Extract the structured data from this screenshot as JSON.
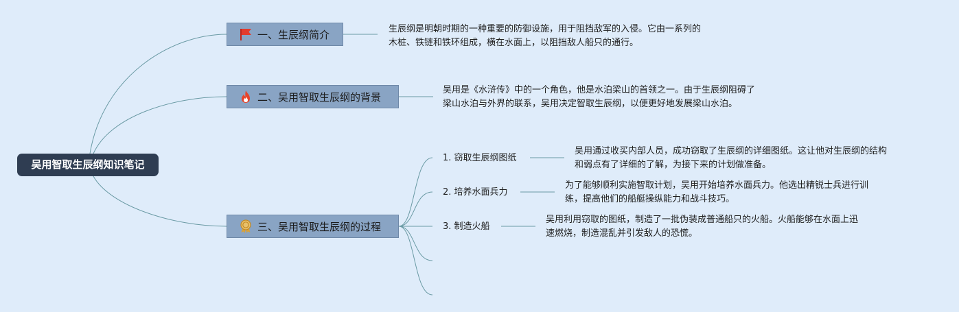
{
  "root": {
    "title": "吴用智取生辰纲知识笔记"
  },
  "topics": [
    {
      "label": "一、生辰纲简介",
      "icon": "red-flag-icon",
      "note_lines": [
        "生辰纲是明朝时期的一种重要的防御设施，用于阻挡敌军的入侵。它由一系列的",
        "木桩、铁链和铁环组成，横在水面上，以阻挡敌人船只的通行。"
      ]
    },
    {
      "label": "二、吴用智取生辰纲的背景",
      "icon": "fire-icon",
      "note_lines": [
        "吴用是《水浒传》中的一个角色，他是水泊梁山的首领之一。由于生辰纲阻碍了",
        "梁山水泊与外界的联系，吴用决定智取生辰纲，以便更好地发展梁山水泊。"
      ]
    },
    {
      "label": "三、吴用智取生辰纲的过程",
      "icon": "medal-icon",
      "subtopics": [
        {
          "label": "1. 窃取生辰纲图纸",
          "note_lines": [
            "吴用通过收买内部人员，成功窃取了生辰纲的详细图纸。这让他对生辰纲的结构",
            "和弱点有了详细的了解，为接下来的计划做准备。"
          ]
        },
        {
          "label": "2. 培养水面兵力",
          "note_lines": [
            "为了能够顺利实施智取计划，吴用开始培养水面兵力。他选出精锐士兵进行训",
            "练，提高他们的船艇操纵能力和战斗技巧。"
          ]
        },
        {
          "label": "3. 制造火船",
          "note_lines": [
            "吴用利用窃取的图纸，制造了一批伪装成普通船只的火船。火船能够在水面上迅",
            "速燃烧，制造混乱并引发敌人的恐慌。"
          ]
        }
      ]
    }
  ],
  "colors": {
    "background": "#dfecfa",
    "root_fill": "#2f3d52",
    "topic_fill": "#89a4c4",
    "connector": "#6a9aa4"
  }
}
